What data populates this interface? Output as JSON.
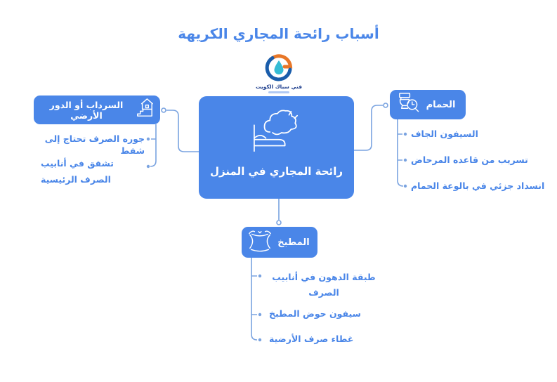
{
  "diagram": {
    "title": "أسباب رائحة المجاري الكريهة",
    "logo": {
      "caption": "فني سباك الكويت",
      "colors": {
        "orange": "#e87728",
        "navy": "#1a5dab",
        "drop": "#35bcd4"
      }
    },
    "root": {
      "label": "رائحة المجاري في المنزل",
      "icon": "bed-odor-icon"
    },
    "branches": [
      {
        "id": "basement",
        "label": "السرداب أو الدور الأرضي",
        "icon": "basement-house-icon",
        "items": [
          "جوره الصرف تحتاج إلى شفط",
          "تشقق في أنابيب الصرف الرئيسية"
        ]
      },
      {
        "id": "bathroom",
        "label": "الحمام",
        "icon": "toilet-inspect-icon",
        "items": [
          "السيفون الجاف",
          "تسريب من قاعده المرحاض",
          "انسداد جزئي في بالوعة الحمام"
        ]
      },
      {
        "id": "kitchen",
        "label": "المطبخ",
        "icon": "sink-drain-icon",
        "items": [
          "طبقة الدهون في أنابيب الصرف",
          "سيفون حوض المطبخ",
          "غطاء صرف الأرضية"
        ]
      }
    ],
    "colors": {
      "node_fill": "#4a86e8",
      "text_blue": "#4a86e8",
      "connector": "#7aa3e0"
    }
  }
}
